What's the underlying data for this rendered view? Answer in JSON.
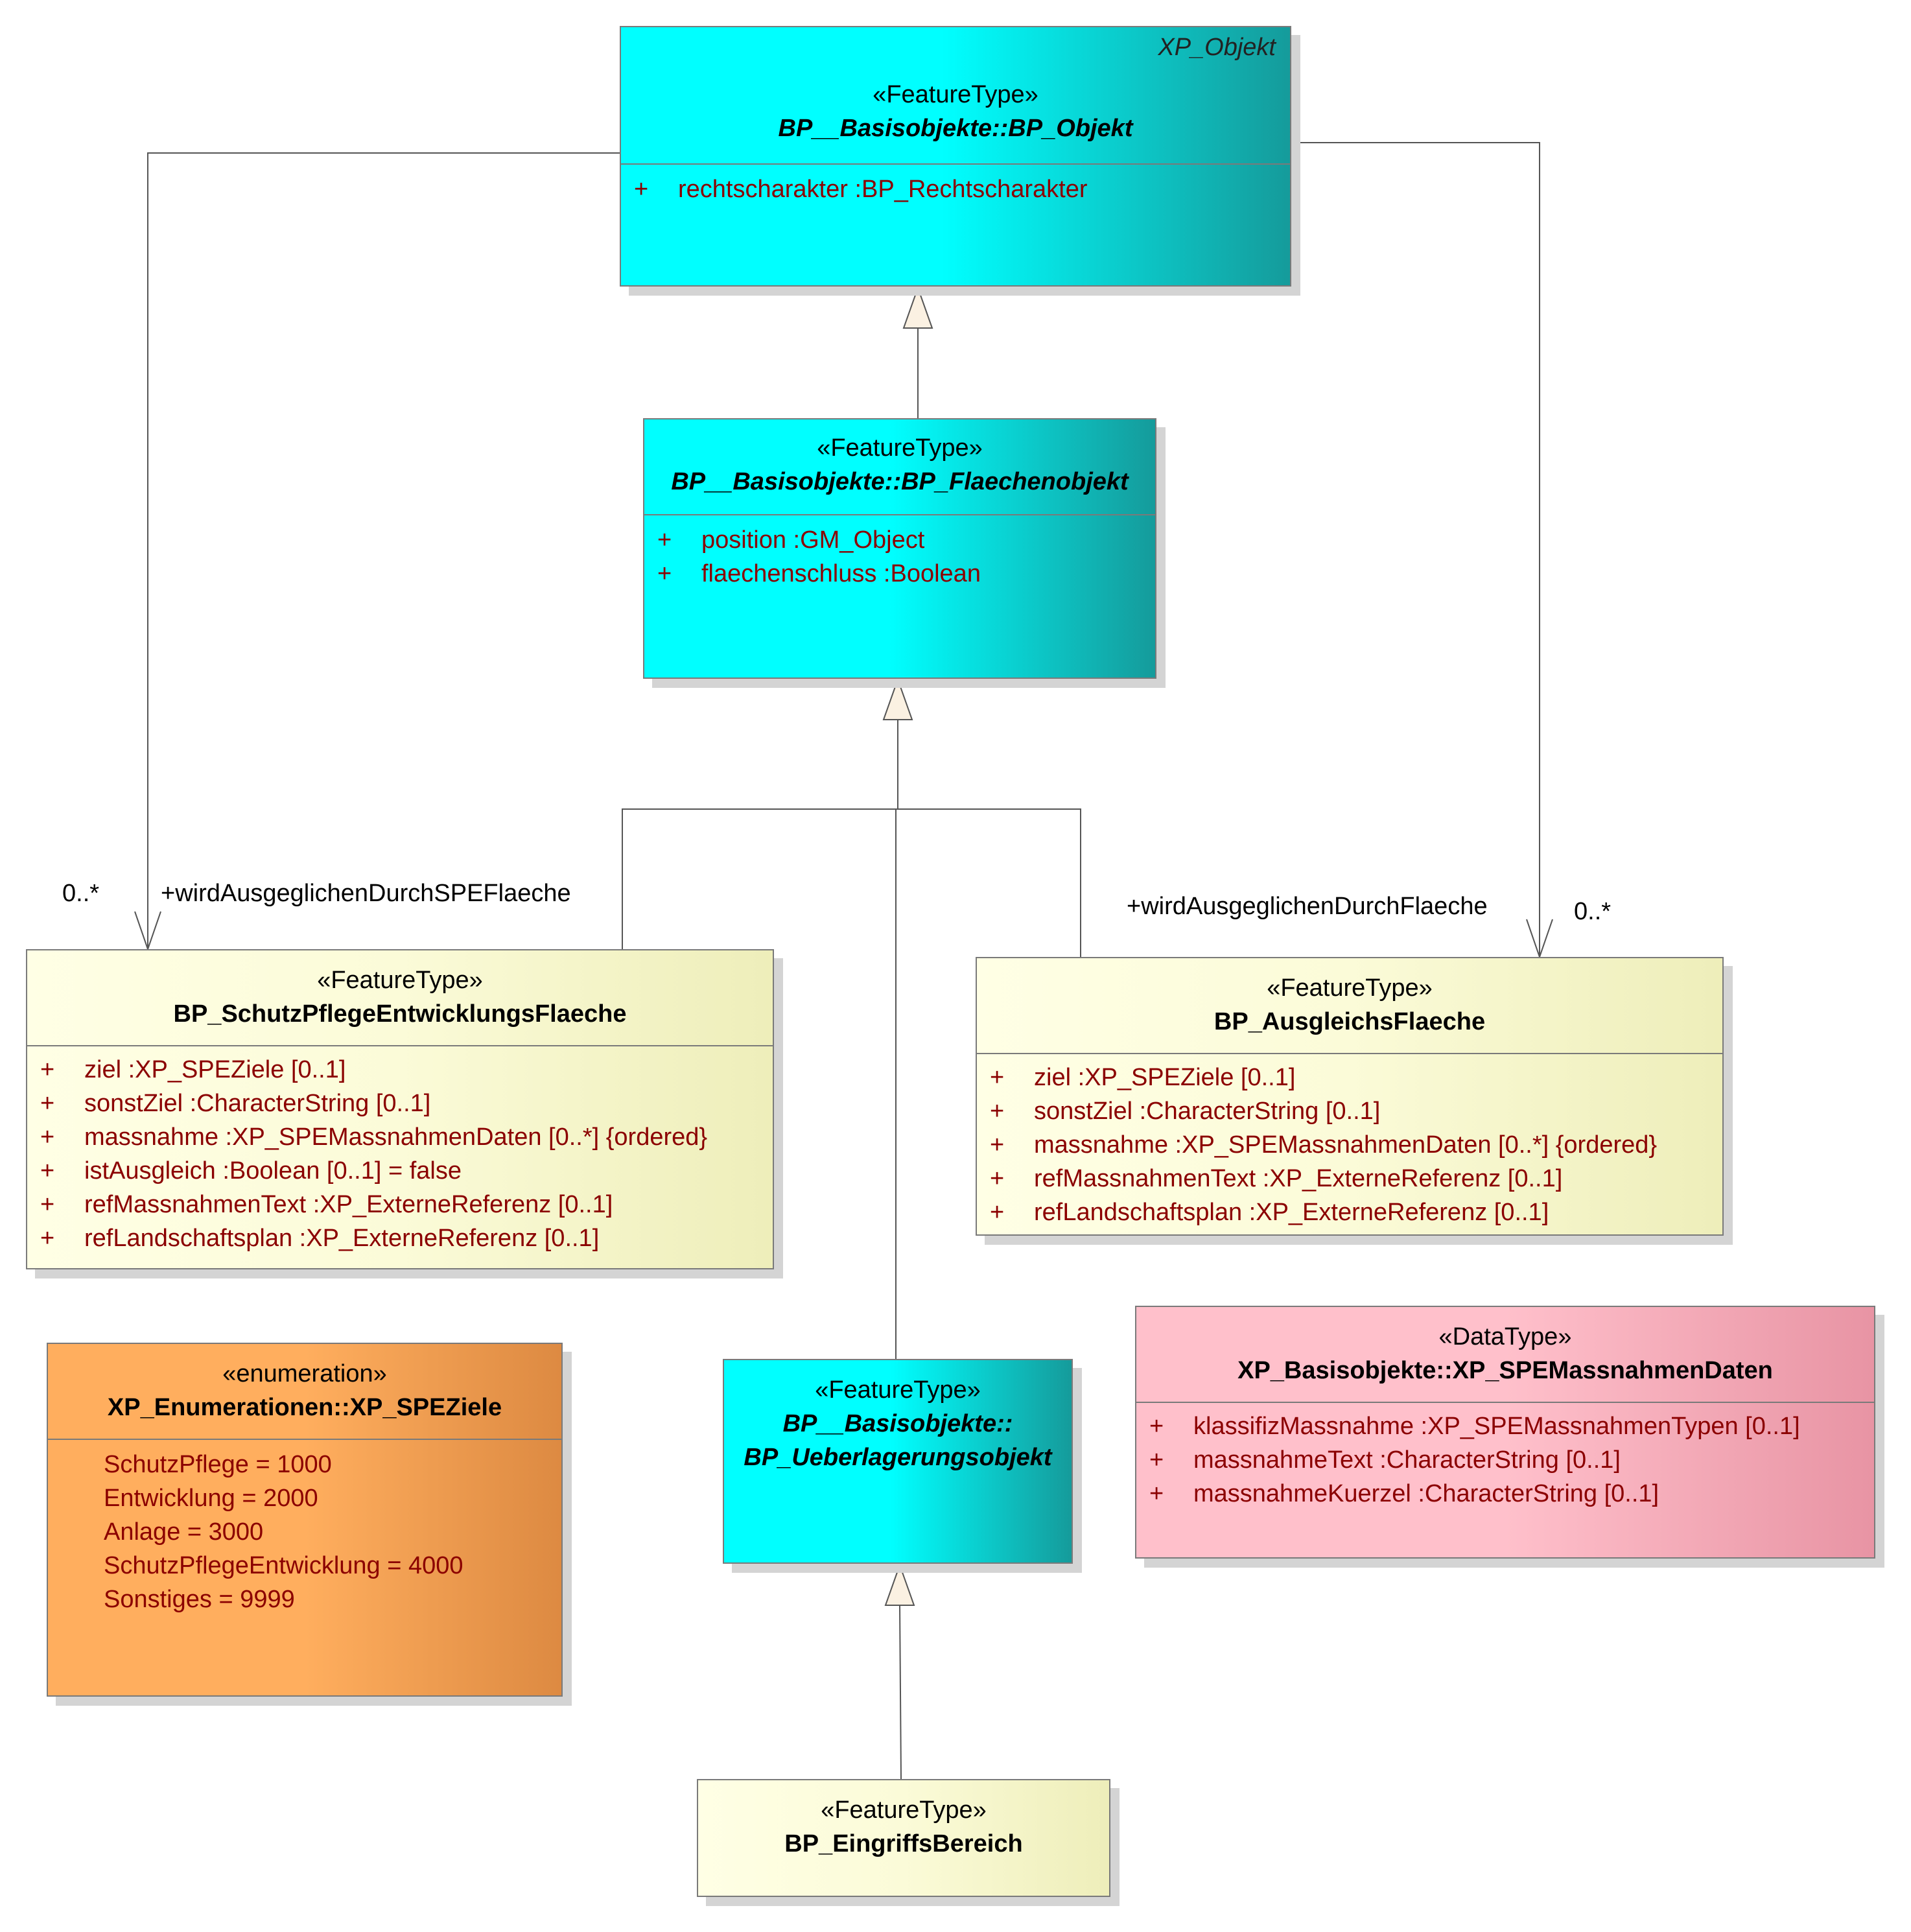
{
  "classes": {
    "bp_objekt": {
      "tag": "XP_Objekt",
      "stereotype": "«FeatureType»",
      "name": "BP__Basisobjekte::BP_Objekt",
      "attributes": [
        {
          "vis": "+",
          "text": "rechtscharakter  :BP_Rechtscharakter"
        }
      ]
    },
    "bp_flaechenobjekt": {
      "stereotype": "«FeatureType»",
      "name": "BP__Basisobjekte::BP_Flaechenobjekt",
      "attributes": [
        {
          "vis": "+",
          "text": "position  :GM_Object"
        },
        {
          "vis": "+",
          "text": "flaechenschluss  :Boolean"
        }
      ]
    },
    "bp_spe": {
      "stereotype": "«FeatureType»",
      "name": "BP_SchutzPflegeEntwicklungsFlaeche",
      "attributes": [
        {
          "vis": "+",
          "text": "ziel  :XP_SPEZiele [0..1]"
        },
        {
          "vis": "+",
          "text": "sonstZiel  :CharacterString [0..1]"
        },
        {
          "vis": "+",
          "text": "massnahme  :XP_SPEMassnahmenDaten [0..*] {ordered}"
        },
        {
          "vis": "+",
          "text": "istAusgleich  :Boolean [0..1] = false"
        },
        {
          "vis": "+",
          "text": "refMassnahmenText  :XP_ExterneReferenz [0..1]"
        },
        {
          "vis": "+",
          "text": "refLandschaftsplan  :XP_ExterneReferenz [0..1]"
        }
      ]
    },
    "bp_ausgleich": {
      "stereotype": "«FeatureType»",
      "name": "BP_AusgleichsFlaeche",
      "attributes": [
        {
          "vis": "+",
          "text": "ziel  :XP_SPEZiele [0..1]"
        },
        {
          "vis": "+",
          "text": "sonstZiel  :CharacterString [0..1]"
        },
        {
          "vis": "+",
          "text": "massnahme  :XP_SPEMassnahmenDaten [0..*] {ordered}"
        },
        {
          "vis": "+",
          "text": "refMassnahmenText  :XP_ExterneReferenz [0..1]"
        },
        {
          "vis": "+",
          "text": "refLandschaftsplan  :XP_ExterneReferenz [0..1]"
        }
      ]
    },
    "xp_speziele": {
      "stereotype": "«enumeration»",
      "name": "XP_Enumerationen::XP_SPEZiele",
      "literals": [
        "SchutzPflege = 1000",
        "Entwicklung = 2000",
        "Anlage = 3000",
        "SchutzPflegeEntwicklung = 4000",
        "Sonstiges = 9999"
      ]
    },
    "bp_ueberlagerung": {
      "stereotype": "«FeatureType»",
      "name_line1": "BP__Basisobjekte::",
      "name_line2": "BP_Ueberlagerungsobjekt"
    },
    "xp_spemassnahmendaten": {
      "stereotype": "«DataType»",
      "name": "XP_Basisobjekte::XP_SPEMassnahmenDaten",
      "attributes": [
        {
          "vis": "+",
          "text": "klassifizMassnahme  :XP_SPEMassnahmenTypen [0..1]"
        },
        {
          "vis": "+",
          "text": "massnahmeText  :CharacterString [0..1]"
        },
        {
          "vis": "+",
          "text": "massnahmeKuerzel  :CharacterString [0..1]"
        }
      ]
    },
    "bp_eingriff": {
      "stereotype": "«FeatureType»",
      "name": "BP_EingriffsBereich"
    }
  },
  "associations": {
    "spe": {
      "multiplicity": "0..*",
      "role": "+wirdAusgeglichenDurchSPEFlaeche"
    },
    "ausgleich": {
      "multiplicity": "0..*",
      "role": "+wirdAusgeglichenDurchFlaeche"
    }
  },
  "colors": {
    "feature_abstract": "#00ffff",
    "feature": "#ffffe0",
    "enumeration": "#ffae5e",
    "datatype": "#ffc0cb",
    "attribute_text": "#8b0000"
  }
}
